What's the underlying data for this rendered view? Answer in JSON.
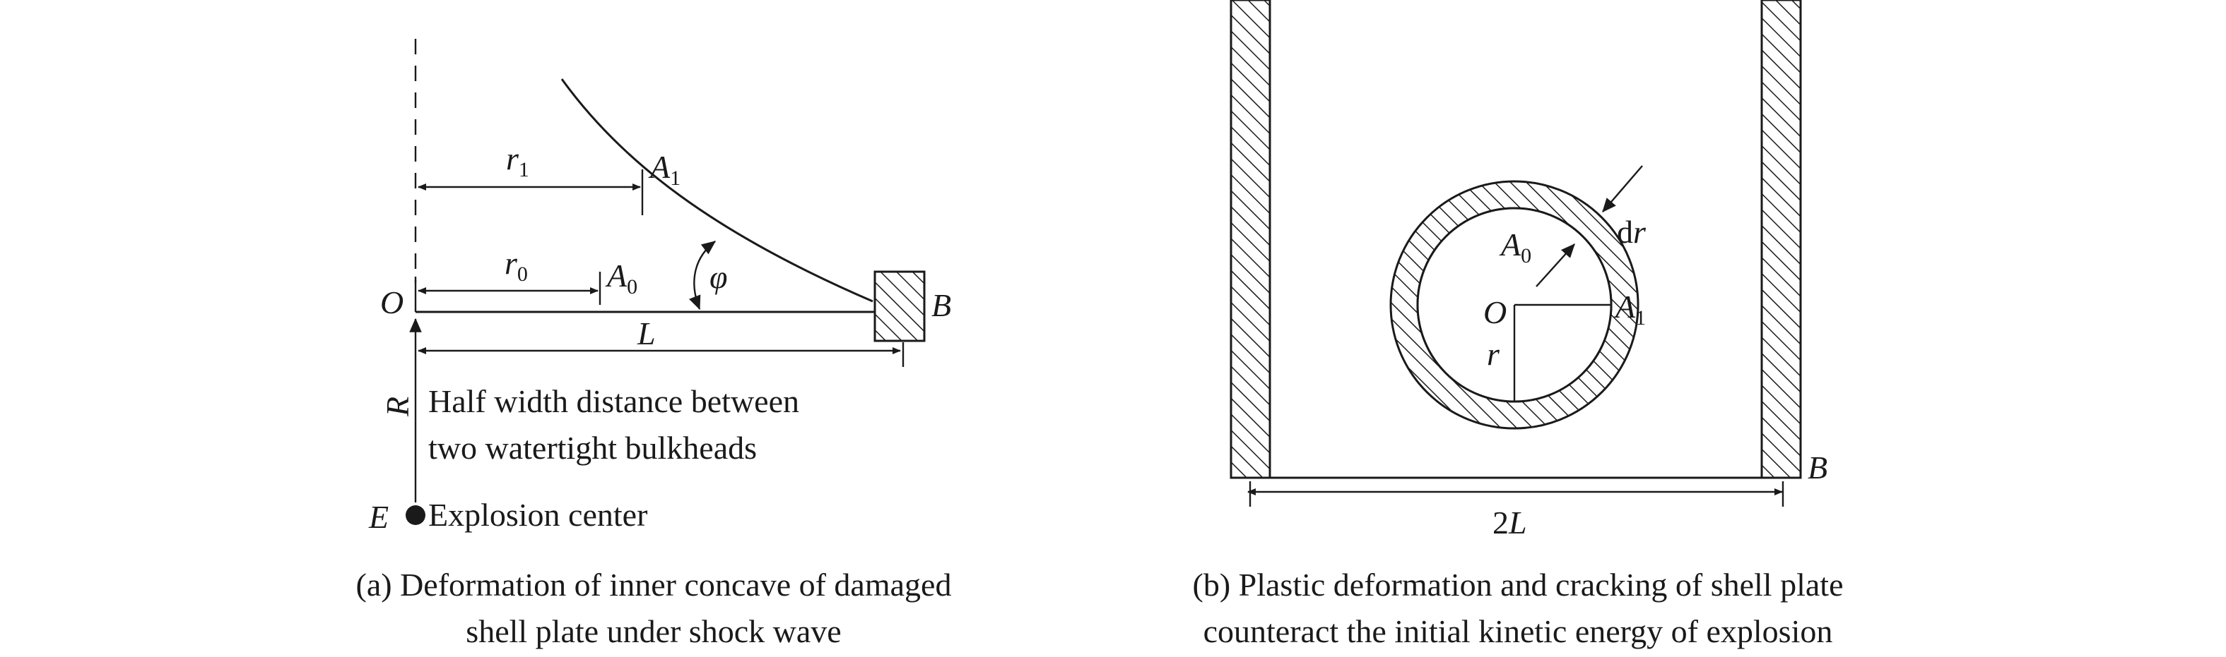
{
  "panel_a": {
    "point_O": "O",
    "point_A0": "A",
    "point_A0_sub": "0",
    "point_A1": "A",
    "point_A1_sub": "1",
    "point_B": "B",
    "point_E": "E",
    "r0": "r",
    "r0_sub": "0",
    "r1": "r",
    "r1_sub": "1",
    "L": "L",
    "R": "R",
    "phi": "φ",
    "half_width_line1": "Half width distance between",
    "half_width_line2": "two watertight bulkheads",
    "explosion_center": "Explosion center",
    "caption_line1": "(a) Deformation of inner concave of damaged",
    "caption_line2": "shell plate under shock wave"
  },
  "panel_b": {
    "point_O": "O",
    "point_A0": "A",
    "point_A0_sub": "0",
    "point_A1": "A",
    "point_A1_sub": "1",
    "point_B": "B",
    "r": "r",
    "dr_d": "d",
    "dr_r": "r",
    "two_L": "2",
    "two_L_L": "L",
    "caption_line1": "(b) Plastic deformation and cracking of shell plate",
    "caption_line2": "counteract the initial kinetic energy of explosion"
  },
  "colors": {
    "ink": "#1a1a1a",
    "background": "#ffffff"
  }
}
